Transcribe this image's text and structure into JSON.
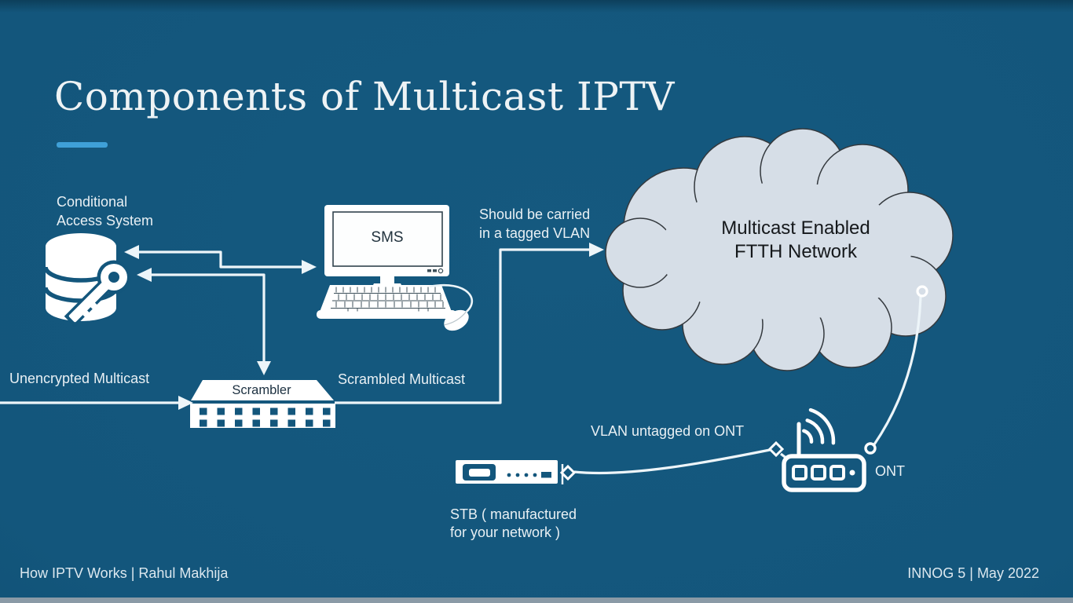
{
  "slide": {
    "title": "Components of Multicast IPTV",
    "footer_left": "How IPTV Works | Rahul Makhija",
    "footer_right": "INNOG 5 | May 2022"
  },
  "labels": {
    "cas1": "Conditional",
    "cas2": "Access System",
    "sms": "SMS",
    "tagged1": "Should be carried",
    "tagged2": "in a tagged VLAN",
    "cloud1": "Multicast Enabled",
    "cloud2": "FTTH Network",
    "unencrypted": "Unencrypted Multicast",
    "scrambler": "Scrambler",
    "scrambled": "Scrambled Multicast",
    "vlan_untagged": "VLAN untagged on ONT",
    "stb1": "STB ( manufactured",
    "stb2": "for your network )",
    "ont": "ONT"
  },
  "colors": {
    "background": "#13567c",
    "accent": "#3fa0d8",
    "line": "#edf5f9",
    "cloud_fill": "#d6dee7",
    "dark_text": "#1d2e38",
    "footer_strip": "#8a9aa6"
  }
}
